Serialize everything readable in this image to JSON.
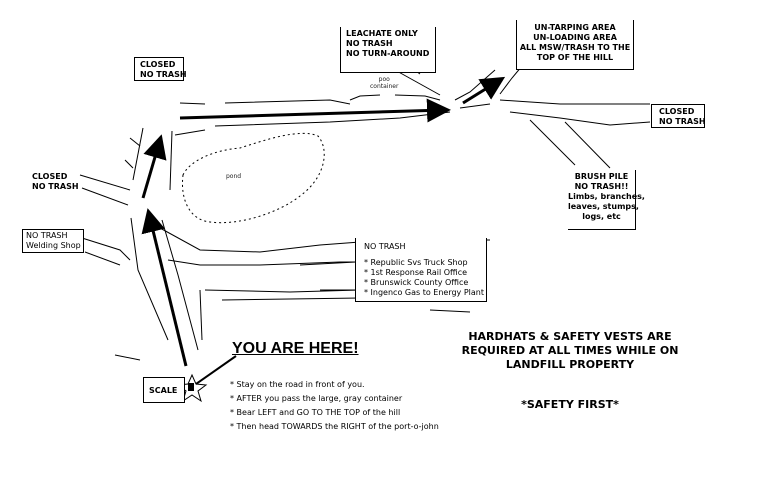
{
  "labels": {
    "closed_top_left": [
      "CLOSED",
      "NO TRASH"
    ],
    "closed_left": [
      "CLOSED",
      "NO TRASH"
    ],
    "no_trash_shop": [
      "NO TRASH",
      "Welding Shop"
    ],
    "leachate": [
      "LEACHATE ONLY",
      "NO TRASH",
      "NO TURN-AROUND"
    ],
    "untarping": [
      "UN-TARPING AREA",
      "UN-LOADING AREA",
      "ALL MSW/TRASH TO THE",
      "TOP OF THE HILL"
    ],
    "closed_right": [
      "CLOSED",
      "NO TRASH"
    ],
    "brush_pile": [
      "BRUSH PILE",
      "NO TRASH!!",
      "Limbs, branches,",
      "leaves, stumps,",
      "logs, etc"
    ],
    "no_trash_list_title": "NO TRASH",
    "no_trash_list": [
      "* Republic Svs Truck Shop",
      "* 1st Response Rail Office",
      "* Brunswick County Office",
      "* Ingenco Gas to Energy Plant"
    ],
    "scale": "SCALE",
    "pond": "pond",
    "small_container": [
      "poo",
      "container"
    ]
  },
  "you_are_here": {
    "title": "YOU ARE HERE!",
    "instructions": [
      "* Stay on the road in front of you.",
      "* AFTER you pass the large, gray container",
      "* Bear LEFT and GO TO THE TOP of the hill",
      "* Then head TOWARDS the RIGHT of the port-o-john"
    ]
  },
  "safety": {
    "lines": [
      "HARDHATS & SAFETY VESTS ARE",
      "REQUIRED AT ALL TIMES WHILE ON",
      "LANDFILL PROPERTY"
    ],
    "slogan": "*SAFETY FIRST*"
  }
}
